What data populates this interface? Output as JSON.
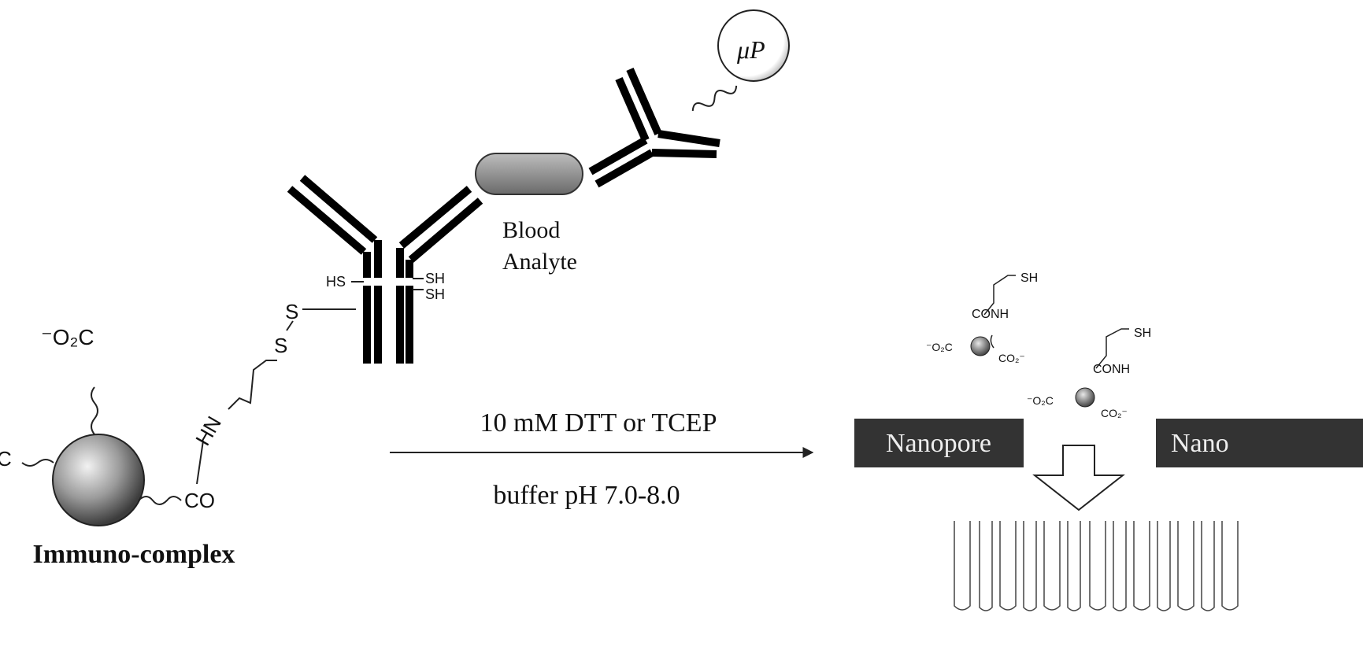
{
  "labels": {
    "caption": "Immuno-complex",
    "analyte": [
      "Blood",
      "Analyte"
    ],
    "particle": "μP",
    "reagent": "10 mM DTT or TCEP",
    "buffer": "buffer pH 7.0-8.0",
    "nanopore_left": "Nanopore",
    "nanopore_right": "Nano",
    "carboxylate_top": "⁻O₂C",
    "carboxylate_left": "C",
    "carbonyl": "CO",
    "amine": "HN",
    "sulfur_1": "S",
    "sulfur_2": "S",
    "thiol_hs": "HS",
    "thiol_sh_1": "SH",
    "thiol_sh_2": "SH",
    "fragment_1": {
      "sh": "SH",
      "conh": "CONH",
      "left": "⁻O₂C",
      "right": "CO₂⁻"
    },
    "fragment_2": {
      "sh": "SH",
      "conh": "CONH",
      "left": "⁻O₂C",
      "right": "CO₂⁻"
    }
  },
  "colors": {
    "ink": "#111111",
    "block": "#333333",
    "block_text": "#eeeeee"
  }
}
